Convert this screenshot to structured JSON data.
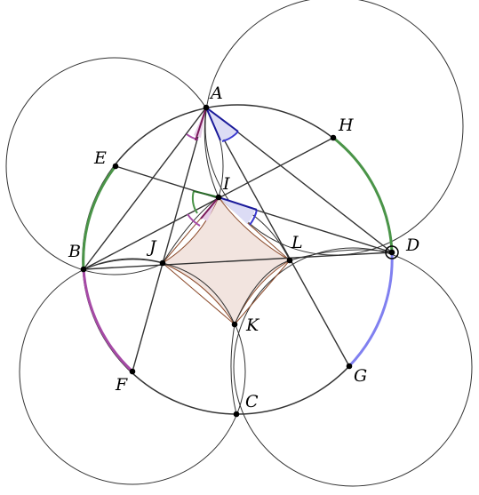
{
  "diagram": {
    "points": [
      {
        "id": "A",
        "label": "A"
      },
      {
        "id": "B",
        "label": "B"
      },
      {
        "id": "C",
        "label": "C"
      },
      {
        "id": "D",
        "label": "D"
      },
      {
        "id": "E",
        "label": "E"
      },
      {
        "id": "F",
        "label": "F"
      },
      {
        "id": "G",
        "label": "G"
      },
      {
        "id": "H",
        "label": "H"
      },
      {
        "id": "I",
        "label": "I"
      },
      {
        "id": "J",
        "label": "J"
      },
      {
        "id": "K",
        "label": "K"
      },
      {
        "id": "L",
        "label": "L"
      }
    ],
    "colors": {
      "green": "#4a9448",
      "purple": "#a64aa6",
      "blue": "#8080f0",
      "navy": "#1a1a9a",
      "maroon": "#7a1a5a",
      "quad_fill": "#f2e4df",
      "quad_stroke": "#8b4a2a",
      "line": "#333333"
    }
  }
}
